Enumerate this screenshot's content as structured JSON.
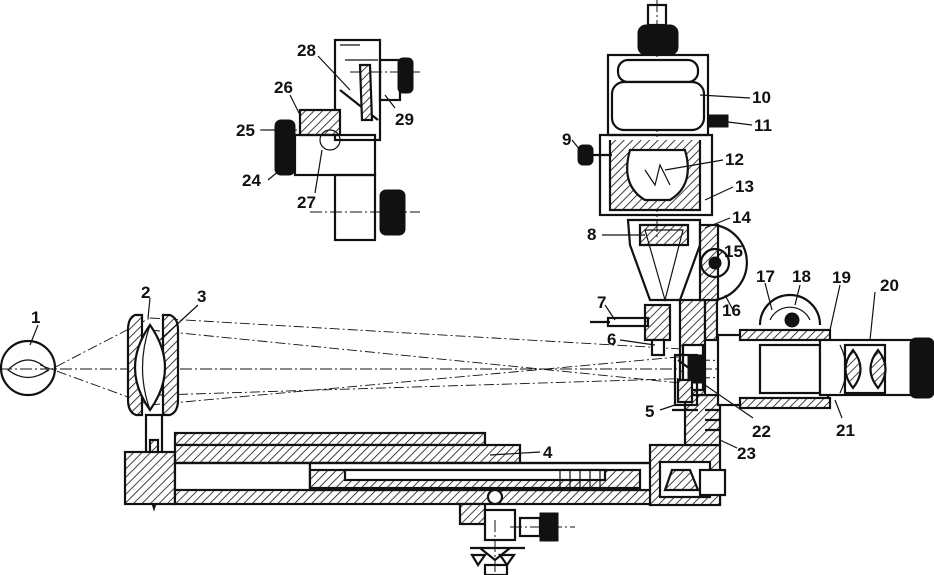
{
  "labels": [
    {
      "id": "1",
      "text": "1"
    },
    {
      "id": "2",
      "text": "2"
    },
    {
      "id": "3",
      "text": "3"
    },
    {
      "id": "4",
      "text": "4"
    },
    {
      "id": "5",
      "text": "5"
    },
    {
      "id": "6",
      "text": "6"
    },
    {
      "id": "7",
      "text": "7"
    },
    {
      "id": "8",
      "text": "8"
    },
    {
      "id": "9",
      "text": "9"
    },
    {
      "id": "10",
      "text": "10"
    },
    {
      "id": "11",
      "text": "11"
    },
    {
      "id": "12",
      "text": "12"
    },
    {
      "id": "13",
      "text": "13"
    },
    {
      "id": "14",
      "text": "14"
    },
    {
      "id": "15",
      "text": "15"
    },
    {
      "id": "16",
      "text": "16"
    },
    {
      "id": "17",
      "text": "17"
    },
    {
      "id": "18",
      "text": "18"
    },
    {
      "id": "19",
      "text": "19"
    },
    {
      "id": "20",
      "text": "20"
    },
    {
      "id": "21",
      "text": "21"
    },
    {
      "id": "22",
      "text": "22"
    },
    {
      "id": "23",
      "text": "23"
    },
    {
      "id": "24",
      "text": "24"
    },
    {
      "id": "25",
      "text": "25"
    },
    {
      "id": "26",
      "text": "26"
    },
    {
      "id": "27",
      "text": "27"
    },
    {
      "id": "28",
      "text": "28"
    },
    {
      "id": "29",
      "text": "29"
    }
  ]
}
